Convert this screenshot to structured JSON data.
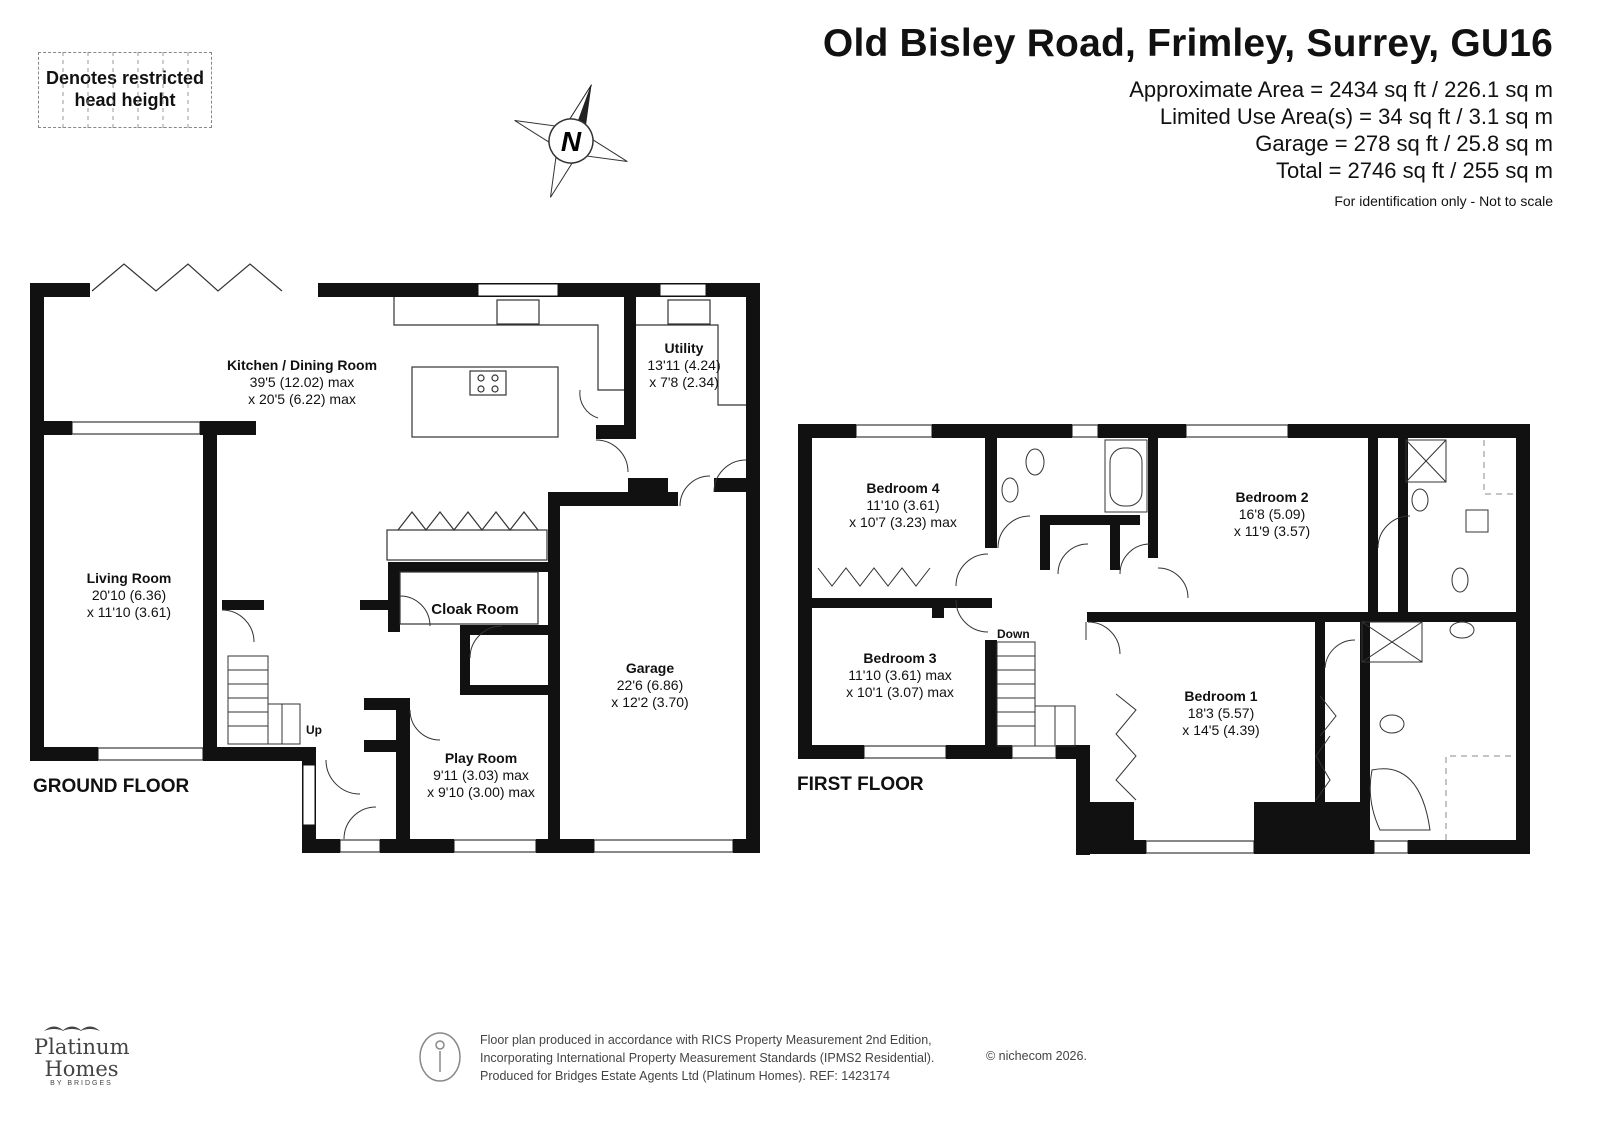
{
  "header": {
    "title": "Old Bisley Road, Frimley, Surrey, GU16",
    "areas": [
      "Approximate Area = 2434 sq ft / 226.1 sq m",
      "Limited Use Area(s) = 34 sq ft / 3.1 sq m",
      "Garage = 278 sq ft / 25.8 sq m",
      "Total = 2746 sq ft / 255 sq m"
    ],
    "note": "For identification only - Not to scale"
  },
  "legend": {
    "line1": "Denotes restricted",
    "line2": "head height"
  },
  "compass": {
    "letter": "N"
  },
  "ground_floor": {
    "label": "GROUND FLOOR",
    "up_label": "Up",
    "rooms": [
      {
        "name": "Kitchen / Dining Room",
        "line1": "39'5 (12.02) max",
        "line2": "x 20'5 (6.22) max"
      },
      {
        "name": "Utility",
        "line1": "13'11 (4.24)",
        "line2": "x 7'8 (2.34)"
      },
      {
        "name": "Living Room",
        "line1": "20'10 (6.36)",
        "line2": "x 11'10 (3.61)"
      },
      {
        "name": "Cloak Room",
        "line1": "",
        "line2": ""
      },
      {
        "name": "Garage",
        "line1": "22'6 (6.86)",
        "line2": "x 12'2 (3.70)"
      },
      {
        "name": "Play Room",
        "line1": "9'11 (3.03) max",
        "line2": "x 9'10 (3.00) max"
      }
    ]
  },
  "first_floor": {
    "label": "FIRST FLOOR",
    "down_label": "Down",
    "rooms": [
      {
        "name": "Bedroom 4",
        "line1": "11'10 (3.61)",
        "line2": "x 10'7 (3.23) max"
      },
      {
        "name": "Bedroom 2",
        "line1": "16'8 (5.09)",
        "line2": "x 11'9 (3.57)"
      },
      {
        "name": "Bedroom 3",
        "line1": "11'10 (3.61) max",
        "line2": "x 10'1 (3.07) max"
      },
      {
        "name": "Bedroom 1",
        "line1": "18'3 (5.57)",
        "line2": "x 14'5 (4.39)"
      }
    ]
  },
  "footer": {
    "line1": "Floor plan produced in accordance with RICS Property Measurement 2nd Edition,",
    "line2": "Incorporating International Property Measurement Standards (IPMS2 Residential).",
    "line3": "Produced for Bridges Estate Agents Ltd (Platinum Homes).   REF: 1423174",
    "copyright": "© nichecom 2026."
  },
  "brand": {
    "name1": "Platinum",
    "name2": "Homes",
    "sub": "BY BRIDGES"
  }
}
